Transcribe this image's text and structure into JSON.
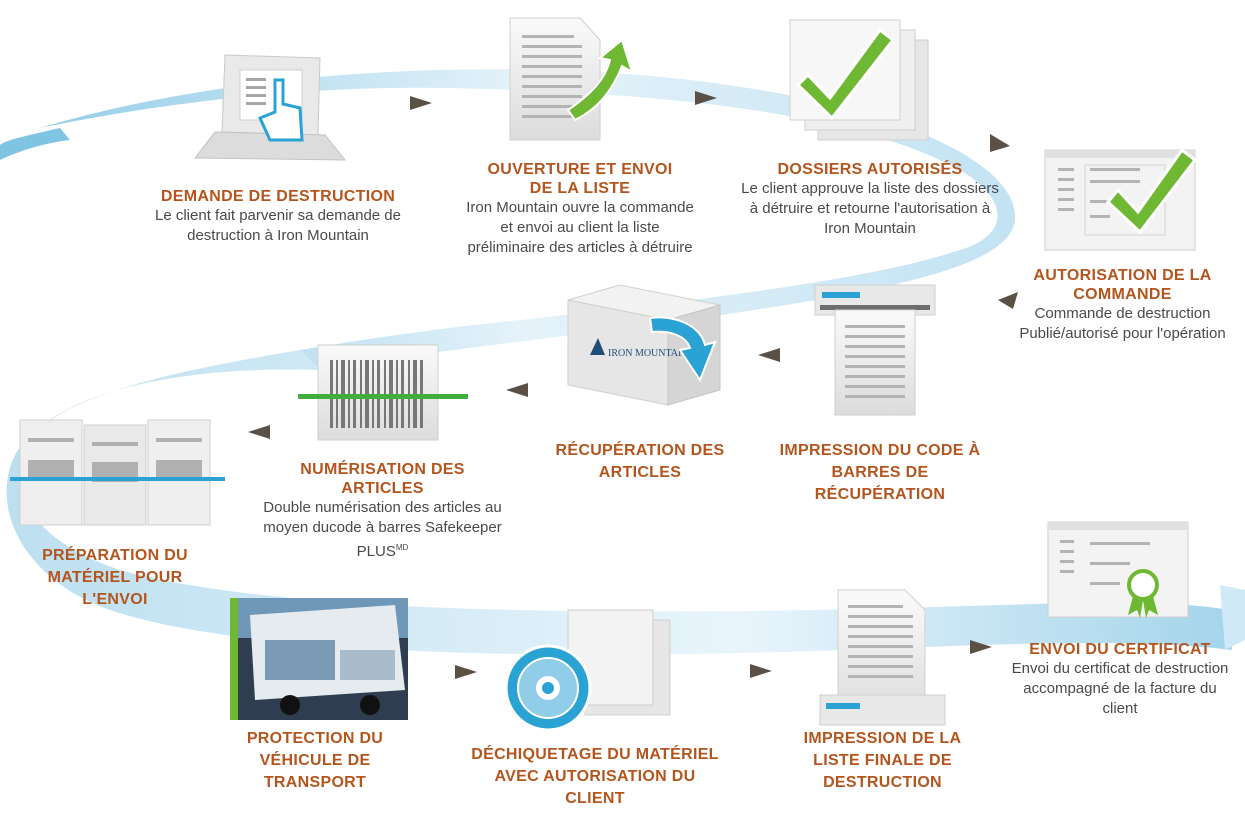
{
  "colors": {
    "title": "#b5551e",
    "text": "#4a4a4a",
    "ribbon_light": "#e4f2fa",
    "ribbon_dark": "#8fcbe7",
    "check_green": "#6fb833",
    "arrow": "#5a5046",
    "scan_line": "#2aa3d4",
    "barcode_line": "#3fae3c"
  },
  "steps": [
    {
      "id": "demande",
      "title": "DEMANDE DE DESTRUCTION",
      "desc": "Le client fait parvenir sa demande de destruction à Iron Mountain"
    },
    {
      "id": "ouverture",
      "title": "OUVERTURE ET ENVOI DE LA LISTE",
      "desc": "Iron Mountain ouvre la commande et envoi au client la liste préliminaire des articles à détruire"
    },
    {
      "id": "dossiers",
      "title": "DOSSIERS AUTORISÉS",
      "desc": "Le client approuve la liste des dossiers à détruire et retourne l'autorisation à Iron Mountain"
    },
    {
      "id": "autorisation",
      "title": "AUTORISATION DE LA COMMANDE",
      "desc": "Commande de destruction Publié/autorisé pour l'opération"
    },
    {
      "id": "impression-code",
      "title": "IMPRESSION DU CODE À BARRES DE RÉCUPÉRATION",
      "desc": ""
    },
    {
      "id": "recuperation",
      "title": "RÉCUPÉRATION DES ARTICLES",
      "desc": ""
    },
    {
      "id": "numerisation",
      "title": "NUMÉRISATION DES ARTICLES",
      "desc": "Double numérisation des articles au moyen ducode à barres Safekeeper PLUS",
      "desc_sup": "MD"
    },
    {
      "id": "preparation",
      "title": "PRÉPARATION DU MATÉRIEL POUR L'ENVOI",
      "desc": ""
    },
    {
      "id": "protection",
      "title": "PROTECTION DU VÉHICULE DE TRANSPORT",
      "desc": ""
    },
    {
      "id": "dechiquetage",
      "title": "DÉCHIQUETAGE DU MATÉRIEL AVEC AUTORISATION DU CLIENT",
      "desc": ""
    },
    {
      "id": "impression-liste",
      "title": "IMPRESSION DE LA LISTE FINALE DE DESTRUCTION",
      "desc": ""
    },
    {
      "id": "certificat",
      "title": "ENVOI DU CERTIFICAT",
      "desc": "Envoi du certificat de destruction accompagné de la facture du client"
    }
  ],
  "box_brand": "IRON MOUNTAIN"
}
